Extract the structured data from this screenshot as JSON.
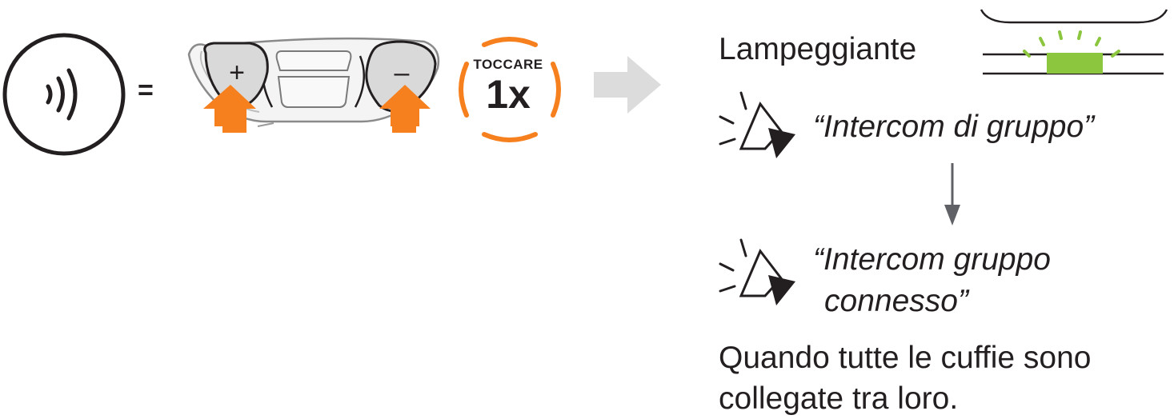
{
  "button_icon": "intercom-wave-icon",
  "equals_sign": "=",
  "device": {
    "plus_label": "+",
    "minus_label": "–"
  },
  "tap": {
    "label": "TOCCARE",
    "count": "1x",
    "ring_color": "#f7801e"
  },
  "press_arrow_color": "#f7801e",
  "step_arrow_icon": "right-arrow-icon",
  "led": {
    "label": "Lampeggiante",
    "color": "#8cc63f"
  },
  "voice_prompts": [
    {
      "icon": "speaker-icon",
      "lines": [
        "“Intercom di gruppo”"
      ]
    },
    {
      "icon": "speaker-icon",
      "lines": [
        "“Intercom gruppo",
        "connesso”"
      ]
    }
  ],
  "description": [
    "Quando tutte le cuffie sono",
    "collegate tra loro."
  ]
}
